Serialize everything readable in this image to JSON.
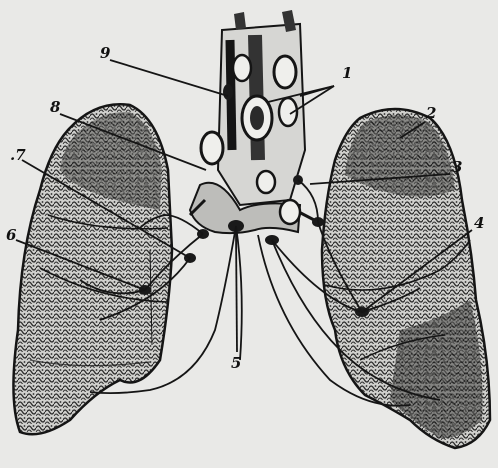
{
  "figure": {
    "palette": {
      "paper": "#e9e9e7",
      "ink": "#151515",
      "tissue": "#2a2a2a",
      "shade": "#6d6d6b"
    },
    "labels": [
      {
        "id": "1",
        "text": "1"
      },
      {
        "id": "2",
        "text": "2"
      },
      {
        "id": "3",
        "text": "3"
      },
      {
        "id": "4",
        "text": "4"
      },
      {
        "id": "5",
        "text": "5"
      },
      {
        "id": "6",
        "text": "6"
      },
      {
        "id": "7",
        "text": ".7"
      },
      {
        "id": "8",
        "text": "8"
      },
      {
        "id": "9",
        "text": "9"
      }
    ]
  }
}
